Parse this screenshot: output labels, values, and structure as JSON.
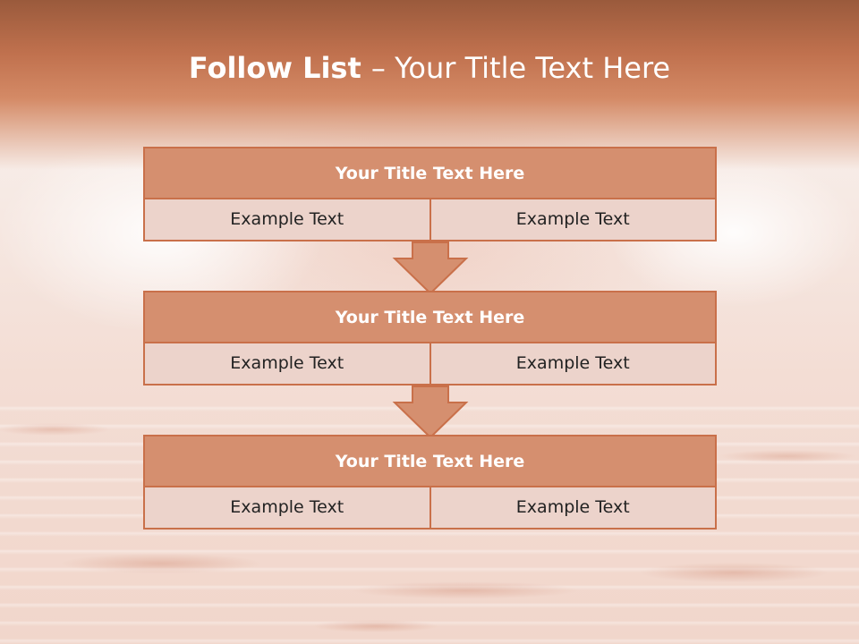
{
  "slide": {
    "title_bold": "Follow List ",
    "title_rest": " – Your Title Text Here"
  },
  "steps": [
    {
      "title": "Your Title Text Here",
      "left": "Example Text",
      "right": "Example Text"
    },
    {
      "title": "Your Title Text Here",
      "left": "Example Text",
      "right": "Example Text"
    },
    {
      "title": "Your Title Text Here",
      "left": "Example Text",
      "right": "Example Text"
    }
  ],
  "colors": {
    "accent": "#c9704a",
    "header_fill": "#d58f6f",
    "cell_fill": "#ecd3cb",
    "title_text": "#ffffff"
  },
  "icons": {
    "connector": "down-arrow-icon"
  }
}
